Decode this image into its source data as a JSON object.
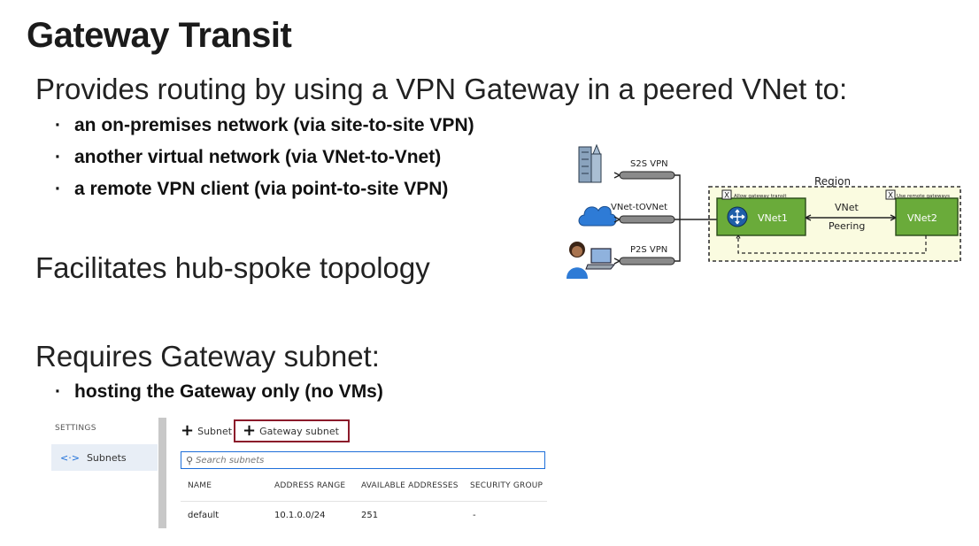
{
  "slide": {
    "title": "Gateway Transit",
    "section1": {
      "heading": "Provides routing by using a VPN Gateway in a peered VNet to:",
      "bullets": [
        "an on-premises network (via site-to-site VPN)",
        "another virtual network (via VNet-to-Vnet)",
        "a remote VPN client (via point-to-site VPN)"
      ]
    },
    "section2": {
      "heading": "Facilitates hub-spoke topology"
    },
    "section3": {
      "heading": "Requires Gateway subnet:",
      "bullets": [
        "hosting the Gateway only (no VMs)"
      ]
    }
  },
  "diagram": {
    "region_label": "Region",
    "s2s_label": "S2S VPN",
    "v2v_label": "VNet-tOVNet",
    "p2s_label": "P2S VPN",
    "vnet1_label": "VNet1",
    "vnet2_label": "VNet2",
    "peering_label_1": "VNet",
    "peering_label_2": "Peering",
    "allow_transit_label": "Allow gateway transit",
    "use_remote_label": "Use remote gateways",
    "checkbox_mark": "X",
    "colors": {
      "vnet_fill": "#6aab3a",
      "region_fill": "#fafbe0",
      "gateway_icon": "#1f5fa8",
      "cloud": "#2e7bd6"
    }
  },
  "portal": {
    "settings_label": "SETTINGS",
    "nav_icon": "<·>",
    "nav_item": "Subnets",
    "toolbar": {
      "subnet_label": "Subnet",
      "gateway_subnet_label": "Gateway subnet",
      "plus_glyph": "+"
    },
    "search": {
      "placeholder": "Search subnets"
    },
    "columns": [
      "NAME",
      "ADDRESS RANGE",
      "AVAILABLE ADDRESSES",
      "SECURITY GROUP"
    ],
    "rows": [
      {
        "name": "default",
        "address_range": "10.1.0.0/24",
        "available": "251",
        "security_group": "-"
      }
    ],
    "colors": {
      "highlight_border": "#8b1a2a",
      "search_border": "#1e6fd9",
      "nav_bg": "#e8eef6"
    }
  }
}
